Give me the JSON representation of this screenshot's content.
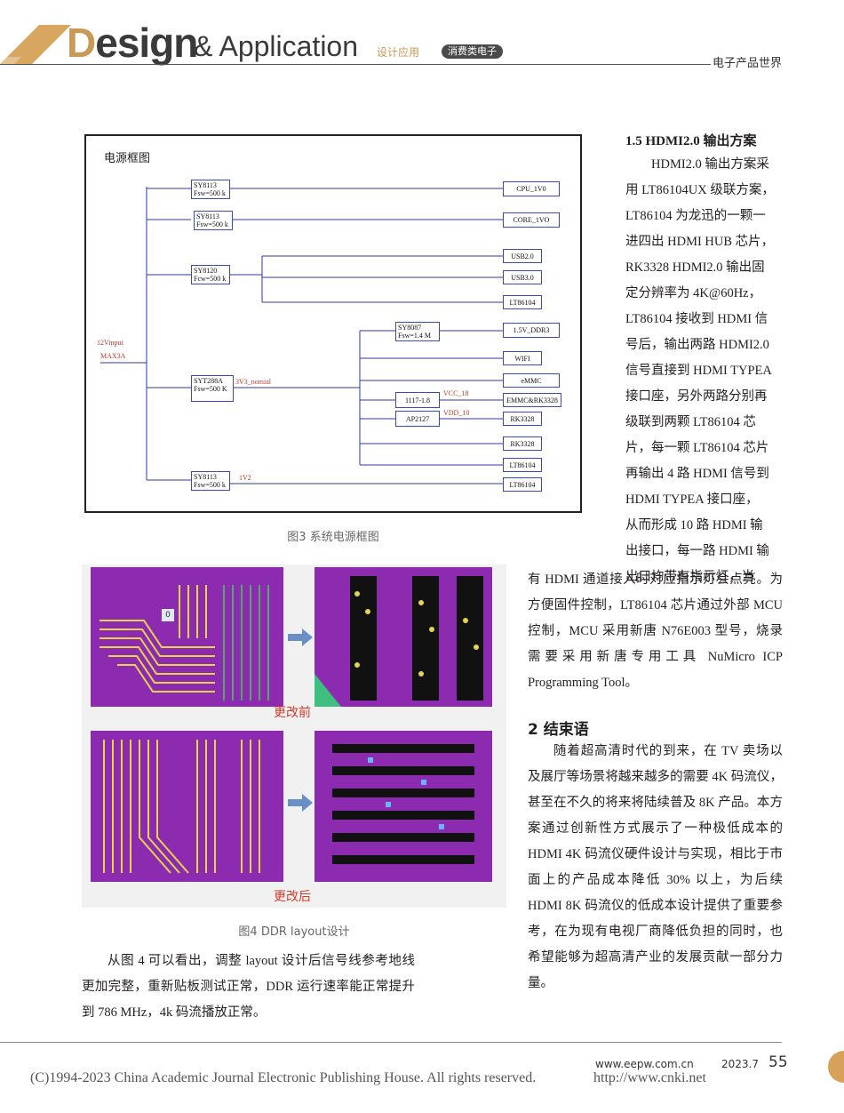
{
  "header": {
    "logo_d": "D",
    "logo_rest": "esign",
    "logo_app": "& Application",
    "category": "设计应用",
    "tag": "消费类电子",
    "magazine": "电子产品世界"
  },
  "figure3": {
    "title": "电源框图",
    "caption": "图3 系统电源框图",
    "input_labels": [
      "12Vinput",
      "MAX3A"
    ],
    "left_blocks": [
      {
        "l1": "SY8113",
        "l2": "Fsw=500 k"
      },
      {
        "l1": "SY8113",
        "l2": "Fsw=500 k"
      },
      {
        "l1": "SY8120",
        "l2": "Fcw=500 k"
      },
      {
        "l1": "SYT288A",
        "l2": "Fsw=500 K"
      },
      {
        "l1": "SY8113",
        "l2": "Fsw=500 k"
      }
    ],
    "mid_blocks": [
      {
        "l1": "SY8087",
        "l2": "Fsw=1.4 M"
      },
      {
        "l1": "1117-1.8",
        "l2": ""
      },
      {
        "l1": "AP2127",
        "l2": ""
      }
    ],
    "right_blocks": [
      "CPU_1V0",
      "CORE_1VO",
      "USB2.0",
      "USB3.0",
      "LT86104",
      "1.5V_DDR3",
      "WIFI",
      "eMMC",
      "EMMC&RK3328",
      "RK3328",
      "RK3328",
      "LT86104",
      "LT86104"
    ],
    "net_labels": [
      "3V3_nomial",
      "VCC_18",
      "VDD_10",
      "1V2"
    ]
  },
  "figure4": {
    "caption": "图4 DDR layout设计",
    "before": "更改前",
    "after": "更改后",
    "marker": "0"
  },
  "left_para": "从图 4 可以看出，调整 layout 设计后信号线参考地线更加完整，重新贴板测试正常，DDR 运行速率能正常提升到 786 MHz，4k 码流播放正常。",
  "section15": {
    "heading": "1.5 HDMI2.0 输出方案",
    "narrow_lines": [
      "HDMI2.0 输出方案采",
      "用 LT86104UX 级联方案，",
      "LT86104 为龙迅的一颗一",
      "进四出 HDMI HUB 芯片，",
      "RK3328 HDMI2.0 输出固",
      "定分辨率为 4K@60Hz，",
      "LT86104 接收到 HDMI 信",
      "号后，输出两路 HDMI2.0",
      "信号直接到 HDMI TYPEA",
      "接口座，另外两路分别再",
      "级联到两颗 LT86104 芯",
      "片，每一颗 LT86104 芯片",
      "再输出 4 路 HDMI 信号到",
      "HDMI TYPEA 接口座，",
      "从而形成 10 路 HDMI 输",
      "出接口，每一路 HDMI 输",
      "出口均带有指示灯，当"
    ],
    "wide_text": "有 HDMI 通道接入时对应指示灯会点亮。为方便固件控制，LT86104 芯片通过外部 MCU 控制，MCU 采用新唐 N76E003 型号，烧录需要采用新唐专用工具 NuMicro ICP Programming Tool。"
  },
  "section2": {
    "heading": "2  结束语",
    "text": "随着超高清时代的到来，在 TV 卖场以及展厅等场景将越来越多的需要 4K 码流仪，甚至在不久的将来将陆续普及 8K 产品。本方案通过创新性方式展示了一种极低成本的 HDMI 4K 码流仪硬件设计与实现，相比于市面上的产品成本降低 30% 以上，为后续 HDMI 8K 码流仪的低成本设计提供了重要参考，在为现有电视厂商降低负担的同时，也希望能够为超高清产业的发展贡献一部分力量。"
  },
  "footer": {
    "website": "www.eepw.com.cn",
    "date": "2023.7",
    "page": "55",
    "copyright": "(C)1994-2023 China Academic Journal Electronic Publishing House. All rights reserved.",
    "cnki": "http://www.cnki.net"
  }
}
